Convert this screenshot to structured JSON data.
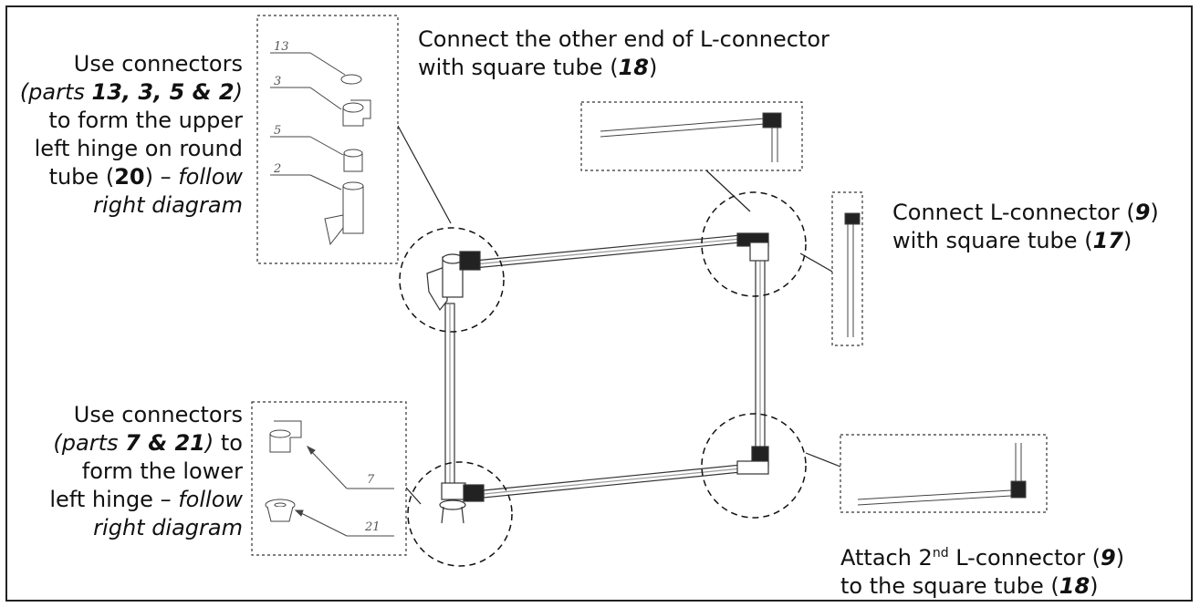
{
  "instructions": {
    "upper_left": {
      "line1": "Use connectors",
      "line2_pre": "(parts ",
      "line2_bold": "13, 3, 5 & 2",
      "line2_post": ")",
      "line3": "to form the upper",
      "line4": "left hinge on round",
      "line5_pre": "tube (",
      "line5_bold": "20",
      "line5_post": ") – follow",
      "line6": "right diagram"
    },
    "top_center": {
      "line1": "Connect the other end of L-connector",
      "line2_pre": "with square tube (",
      "line2_bold": "18",
      "line2_post": ")"
    },
    "right_middle": {
      "line1_pre": "Connect L-connector (",
      "line1_bold": "9",
      "line1_post": ")",
      "line2_pre": "with square tube (",
      "line2_bold": "17",
      "line2_post": ")"
    },
    "lower_left": {
      "line1": "Use connectors",
      "line2_pre": "(parts ",
      "line2_bold": "7 & 21",
      "line2_post": ")",
      "line2_tail": " to",
      "line3": "form the lower",
      "line4_pre": "left hinge – ",
      "line4_ital": "follow",
      "line5": "right diagram"
    },
    "bottom_right": {
      "line1_pre": "Attach 2",
      "line1_sup": "nd",
      "line1_mid": " L-connector (",
      "line1_bold": "9",
      "line1_post": ")",
      "line2_pre": "to the square tube (",
      "line2_bold": "18",
      "line2_post": ")"
    }
  },
  "part_labels": {
    "p13": "13",
    "p3": "3",
    "p5": "5",
    "p2": "2",
    "p7": "7",
    "p21": "21"
  }
}
